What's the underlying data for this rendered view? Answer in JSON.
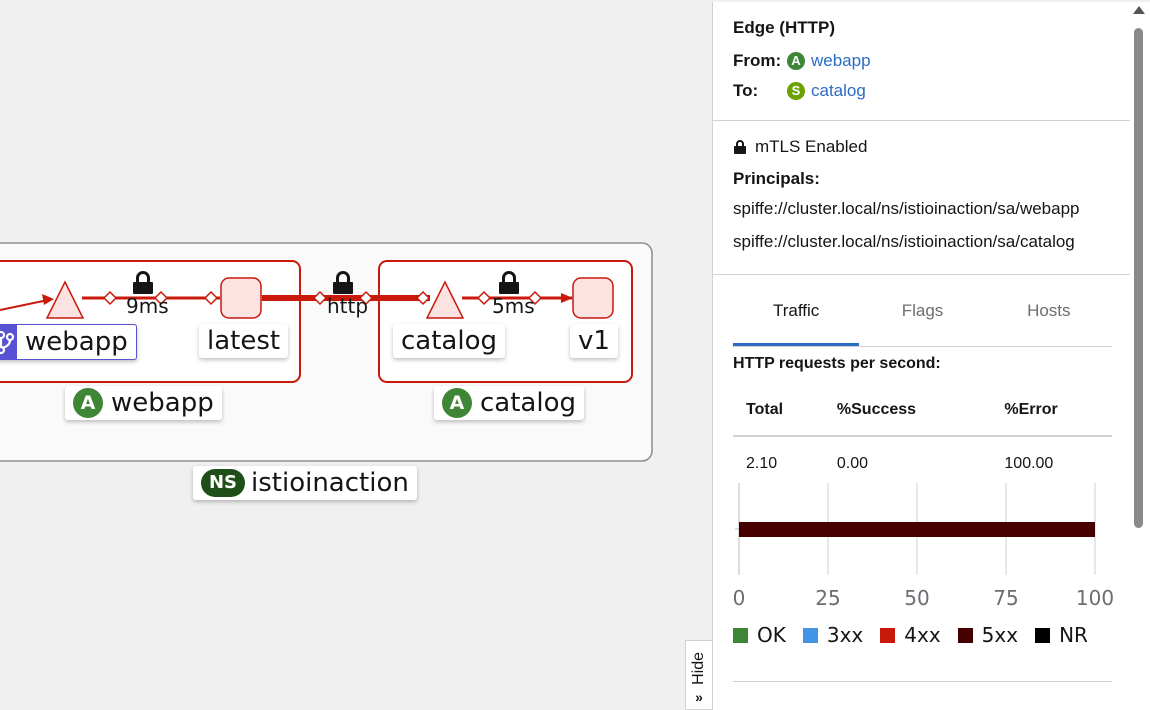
{
  "graph": {
    "edge_webapp_latency": "9ms",
    "edge_protocol": "http",
    "edge_catalog_latency": "5ms",
    "webapp_service_label": "webapp",
    "latest_label": "latest",
    "catalog_service_label": "catalog",
    "v1_label": "v1",
    "app_webapp_label": "webapp",
    "app_catalog_label": "catalog",
    "app_badge": "A",
    "namespace_badge": "NS",
    "namespace_label": "istioinaction",
    "colors": {
      "edge": "#c9190b",
      "app_badge": "#3e8635",
      "ns_badge": "#1e4f18",
      "service_border": "#5752d1"
    }
  },
  "hide_tab": {
    "label": "Hide"
  },
  "panel": {
    "title": "Edge (HTTP)",
    "from_label": "From:",
    "from_badge": "A",
    "from_link": "webapp",
    "to_label": "To:",
    "to_badge": "S",
    "to_link": "catalog",
    "mtls": "mTLS Enabled",
    "principals_label": "Principals:",
    "principals": [
      "spiffe://cluster.local/ns/istioinaction/sa/webapp",
      "spiffe://cluster.local/ns/istioinaction/sa/catalog"
    ],
    "tabs": [
      {
        "label": "Traffic",
        "active": true
      },
      {
        "label": "Flags",
        "active": false
      },
      {
        "label": "Hosts",
        "active": false
      }
    ],
    "requests_title": "HTTP requests per second:",
    "table": {
      "headers": [
        "Total",
        "%Success",
        "%Error"
      ],
      "row": [
        "2.10",
        "0.00",
        "100.00"
      ]
    }
  },
  "chart_data": {
    "type": "bar",
    "orientation": "horizontal",
    "categories": [
      ""
    ],
    "series": [
      {
        "name": "OK",
        "values": [
          0
        ],
        "color": "#3e8635"
      },
      {
        "name": "3xx",
        "values": [
          0
        ],
        "color": "#4394e5"
      },
      {
        "name": "4xx",
        "values": [
          0
        ],
        "color": "#c9190b"
      },
      {
        "name": "5xx",
        "values": [
          100
        ],
        "color": "#470000"
      },
      {
        "name": "NR",
        "values": [
          0
        ],
        "color": "#000000"
      }
    ],
    "xlim": [
      0,
      100
    ],
    "xticks": [
      0,
      25,
      50,
      75,
      100
    ],
    "grid": true,
    "legend": "bottom"
  }
}
